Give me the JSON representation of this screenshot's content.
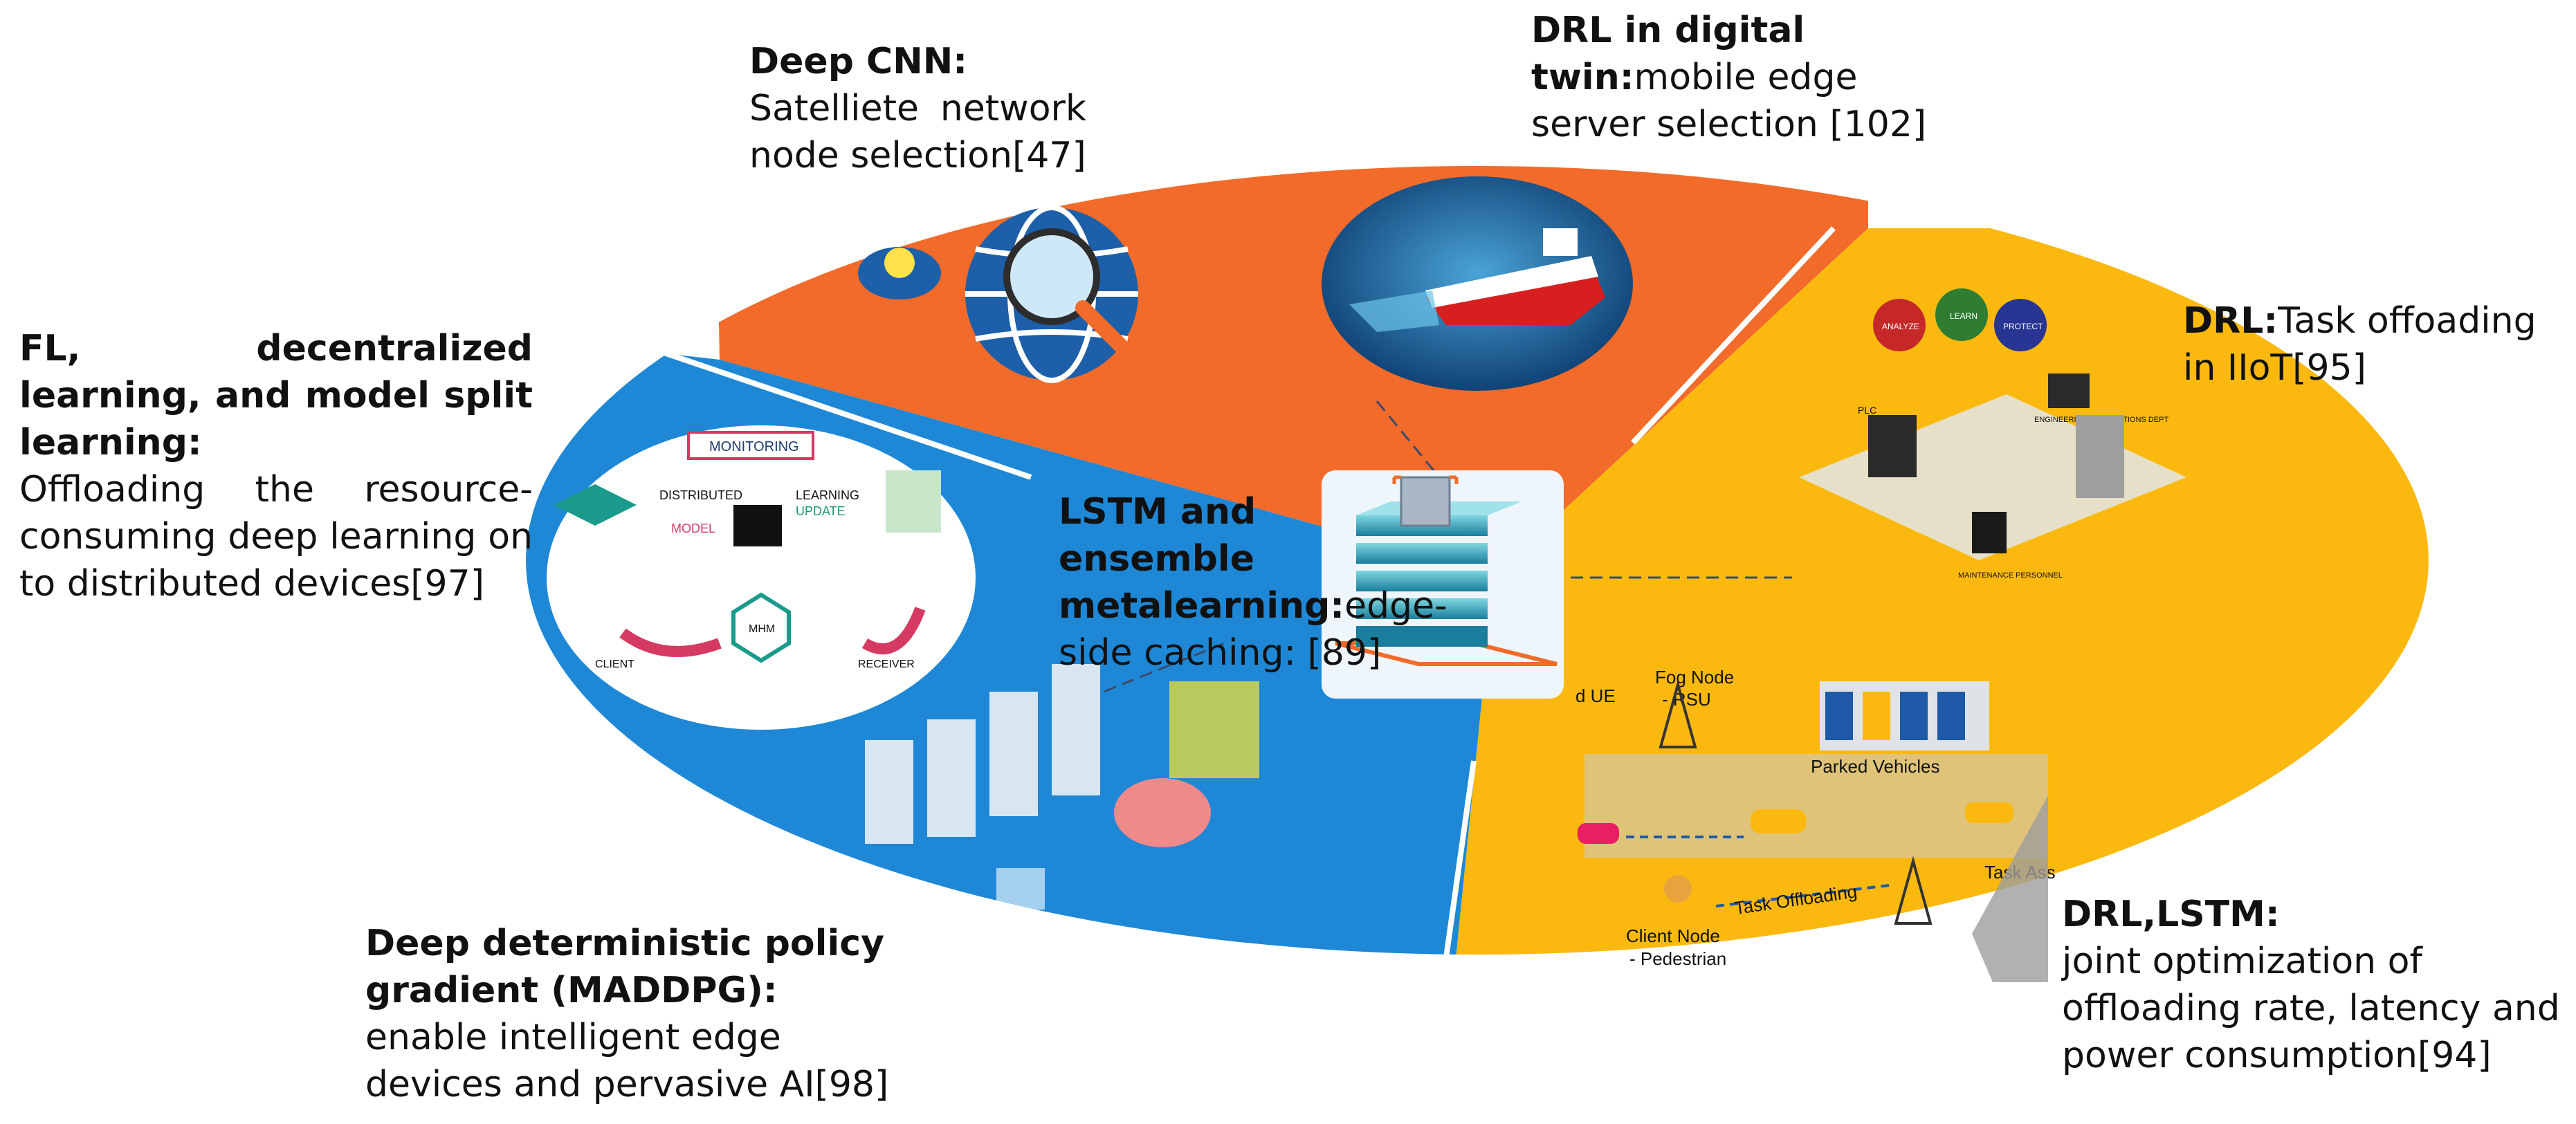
{
  "colors": {
    "orange": "#f26b2a",
    "yellow": "#fbb90f",
    "blue": "#1e88d6",
    "white": "#ffffff",
    "dark_blue": "#1b3f8a",
    "teal": "#1aa6b5"
  },
  "labels": {
    "deep_cnn": {
      "title": "Deep CNN:",
      "body": "Satelliete network node selection[47]"
    },
    "drl_digital_twin": {
      "title_a": "DRL in digital",
      "title_b": "twin:",
      "body": "mobile edge server selection [102]"
    },
    "fl": {
      "title": "FL, decentralized learning, and model split learning:",
      "body": "Offloading the resource-consuming deep learning on to distributed devices[97]"
    },
    "drl_iiot": {
      "title": "DRL:",
      "body": "Task offoading in IIoT[95]"
    },
    "lstm_ensemble": {
      "title": "LSTM and ensemble metalearning:",
      "body": "edge-side caching: [89]"
    },
    "maddpg": {
      "title": "Deep deterministic policy gradient (MADDPG):",
      "body": " enable intelligent edge devices and pervasive AI[98]"
    },
    "drl_lstm": {
      "title": "DRL,LSTM:",
      "body": " joint optimization of offloading rate, latency and power consumption[94]"
    }
  },
  "illustrations": {
    "fl": {
      "monitoring": "MONITORING",
      "distributed": "DISTRIBUTED",
      "learning": "LEARNING",
      "model": "MODEL",
      "update": "UPDATE",
      "client": "CLIENT",
      "recv": "RECEIVER",
      "mhm": "MHM"
    },
    "iiot": {
      "analyze": "ANALYZE",
      "learn": "LEARN",
      "protect": "PROTECT",
      "engineering": "ENGINEERING & OPERATIONS DEPT",
      "maintenance": "MAINTENANCE PERSONNEL",
      "plc": "PLC"
    },
    "vehicular": {
      "ue": "d UE",
      "fog_node": "Fog Node",
      "rsu": "- RSU",
      "parked": "Parked Vehicles",
      "client_node": "Client Node",
      "pedestrian": "- Pedestrian",
      "task_offloading": "Task Offloading",
      "task_ass": "Task Ass"
    }
  }
}
